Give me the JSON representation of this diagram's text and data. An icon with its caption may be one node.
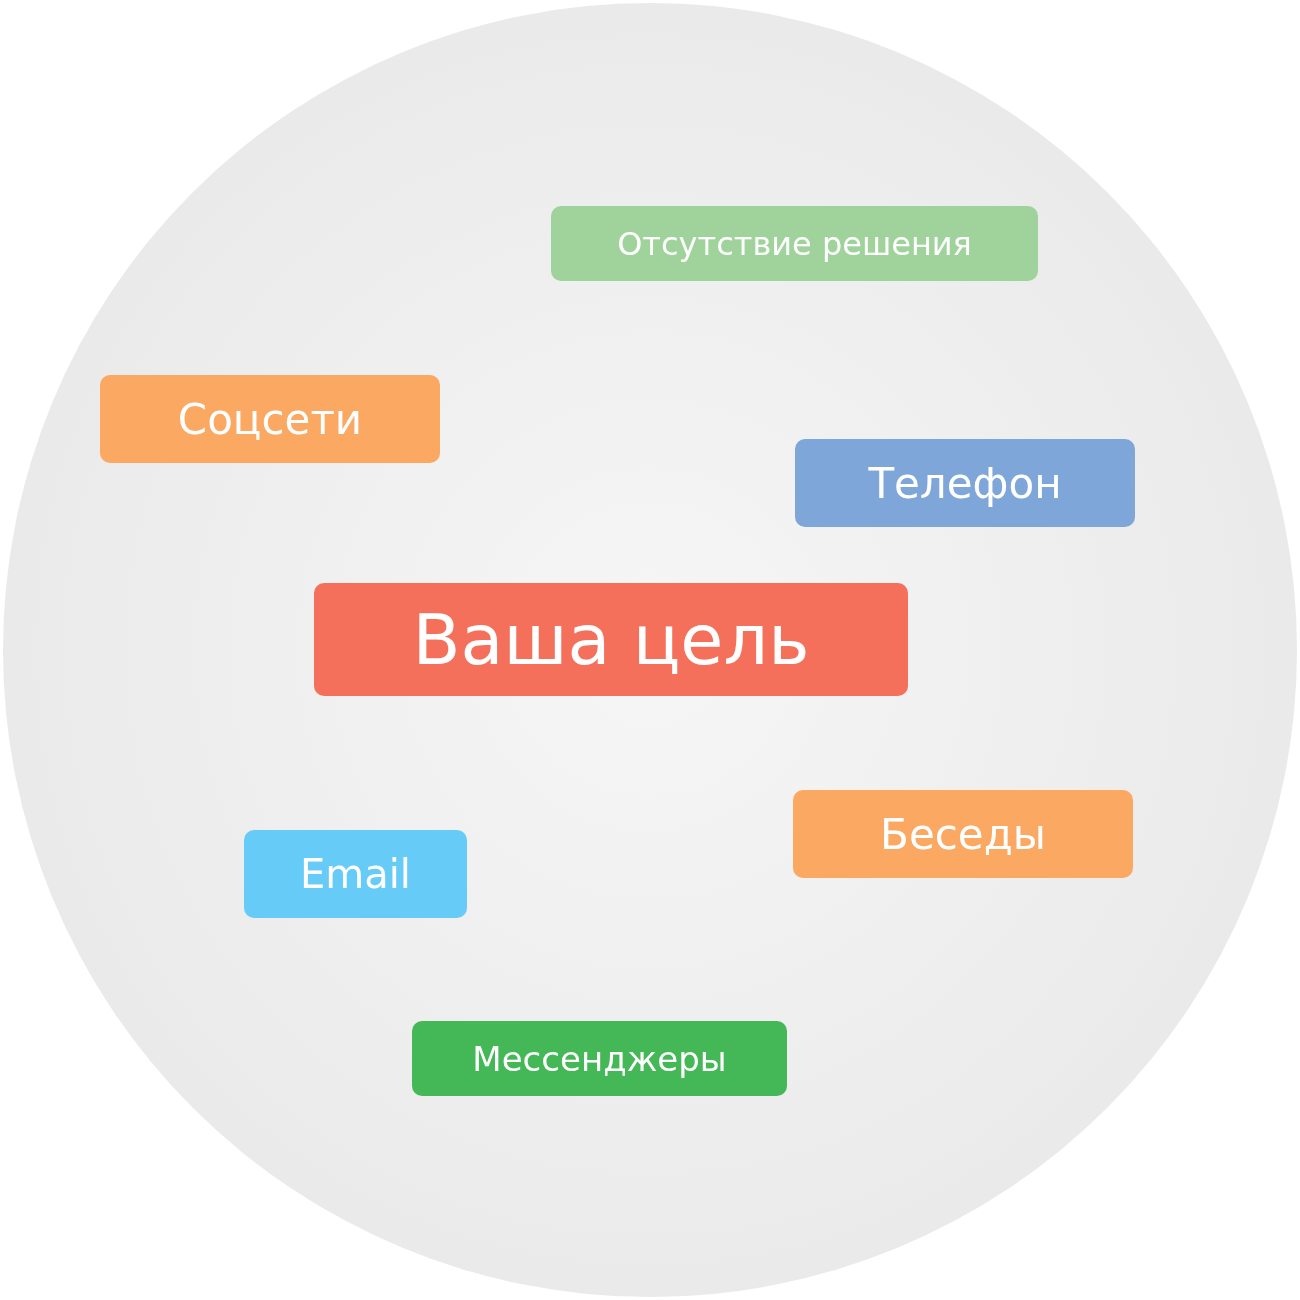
{
  "diagram": {
    "nodes": [
      {
        "text": [],
        "shape": "circle"
      },
      {
        "text": [
          "Отсутствие решения"
        ],
        "in": 0
      },
      {
        "text": [
          "Соцсети"
        ],
        "in": 0
      },
      {
        "text": [
          "Телефон"
        ],
        "in": 0
      },
      {
        "text": [
          "Ваша цель"
        ],
        "in": 0
      },
      {
        "text": [
          "Email"
        ],
        "in": 0
      },
      {
        "text": [
          "Беседы"
        ],
        "in": 0
      },
      {
        "text": [
          "Мессенджеры"
        ],
        "in": 0
      }
    ]
  }
}
